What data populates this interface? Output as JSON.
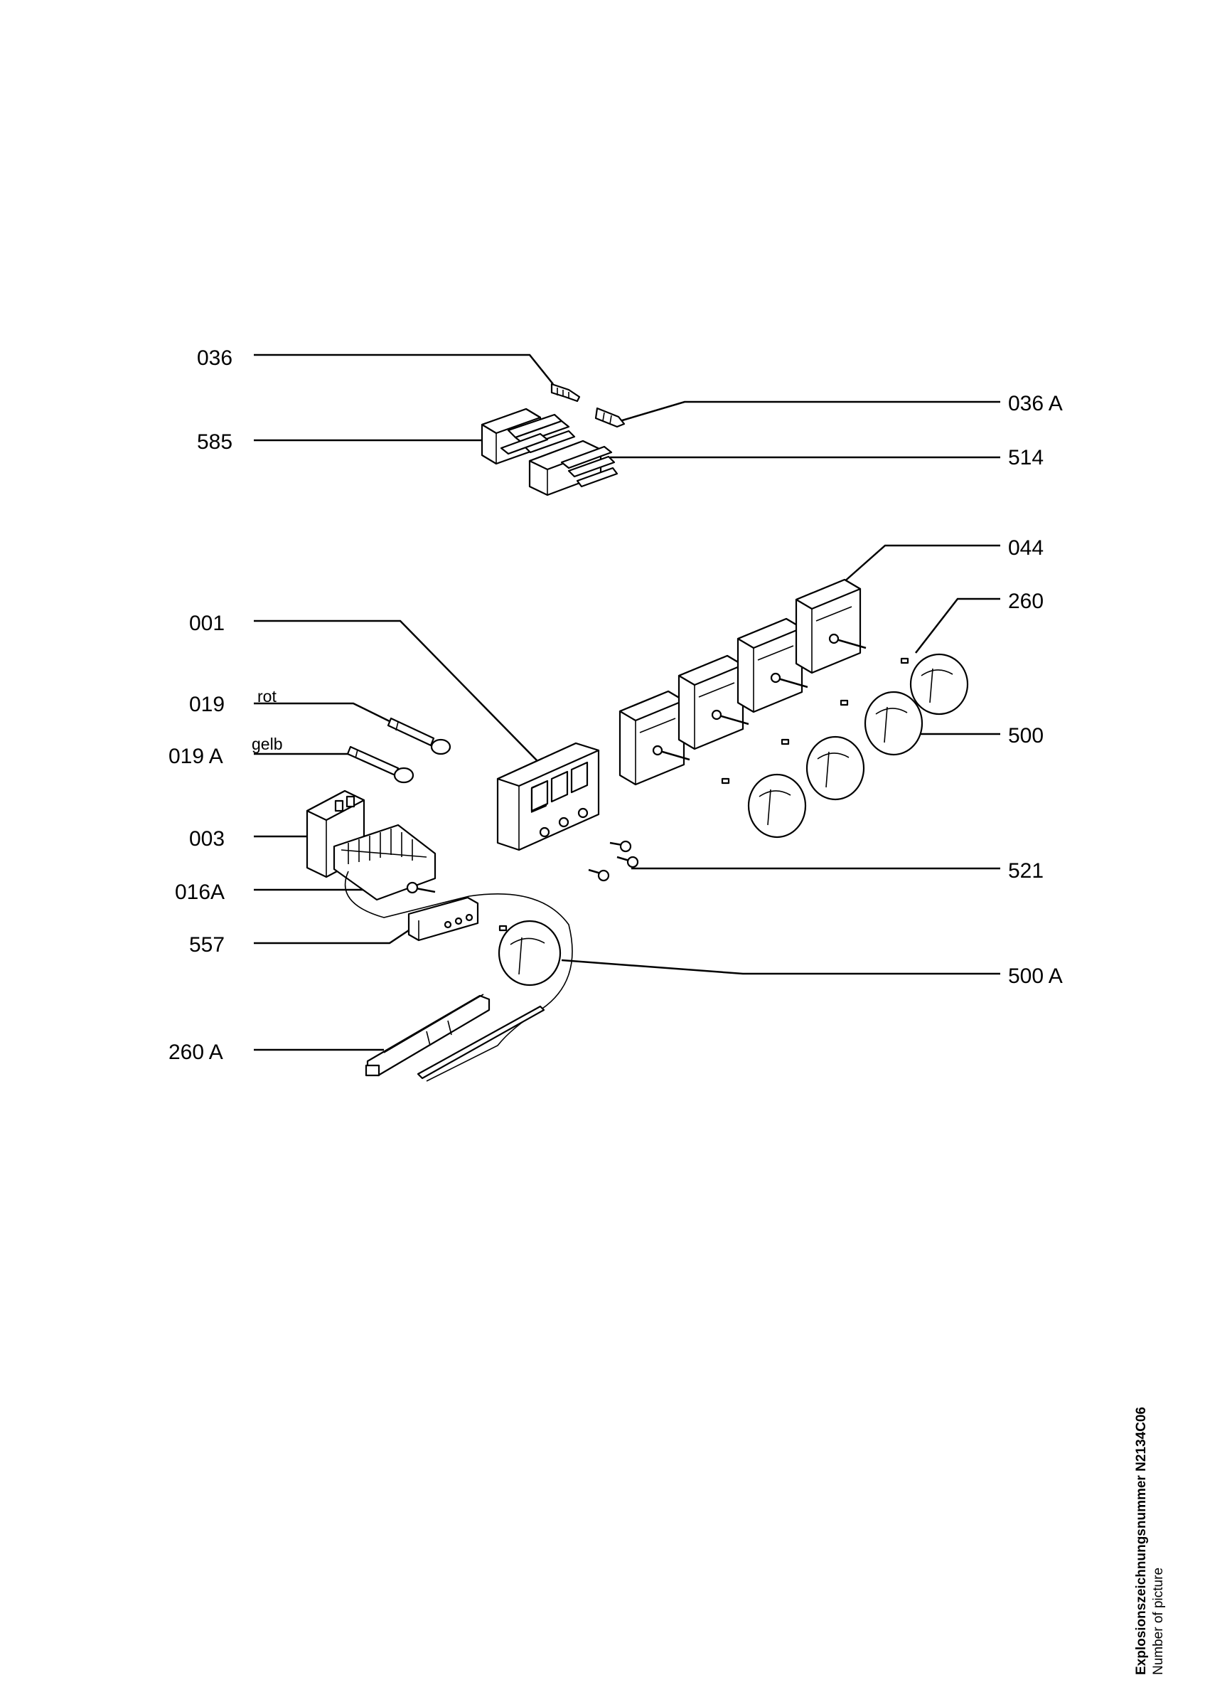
{
  "callouts": {
    "c036": "036",
    "c036a": "036 A",
    "c585": "585",
    "c514": "514",
    "c044": "044",
    "c260": "260",
    "c001": "001",
    "c019": "019",
    "c019_note": "rot",
    "c019a": "019 A",
    "c019a_note": "gelb",
    "c500": "500",
    "c003": "003",
    "c521": "521",
    "c016a": "016A",
    "c557": "557",
    "c500a": "500 A",
    "c260a": "260 A"
  },
  "caption": {
    "title": "Explosionszeichnungsnummer N2134C06",
    "subtitle": "Number of picture"
  }
}
